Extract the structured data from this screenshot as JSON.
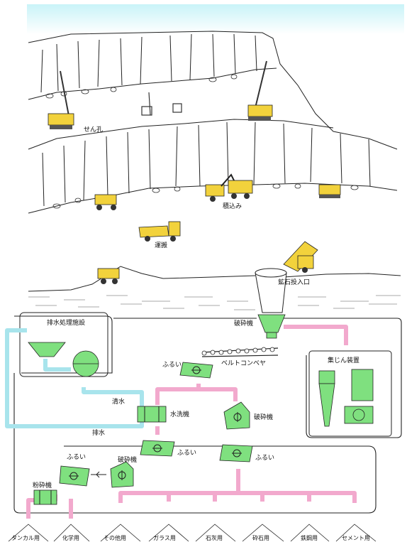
{
  "labels": {
    "drilling": "せん孔",
    "loading": "積込み",
    "hauling": "運搬",
    "ore_pass_entrance": "鉱石投入口",
    "crusher_top": "破砕機",
    "belt_conveyor": "ベルトコンベヤ",
    "dust_collector": "集じん装置",
    "wastewater_facility": "排水処理施設",
    "clean_water": "清水",
    "drain_water": "排水",
    "washer": "水洗機",
    "crusher_right": "破砕機",
    "crusher_left": "破砕機",
    "sieve_top": "ふるい",
    "sieve_mid": "ふるい",
    "sieve_right": "ふるい",
    "sieve_left": "ふるい",
    "pulverizer": "粉砕機"
  },
  "products": [
    "タンカル用",
    "化学用",
    "その他用",
    "ガラス用",
    "石灰用",
    "砕石用",
    "鉄鋼用",
    "セメント用"
  ],
  "colors": {
    "sky": "#bfeff5",
    "equipment": "#7fe07f",
    "pink_pipe": "#f2a9cd",
    "cyan_pipe": "#a8e4ec",
    "vehicle": "#f2d23c"
  }
}
